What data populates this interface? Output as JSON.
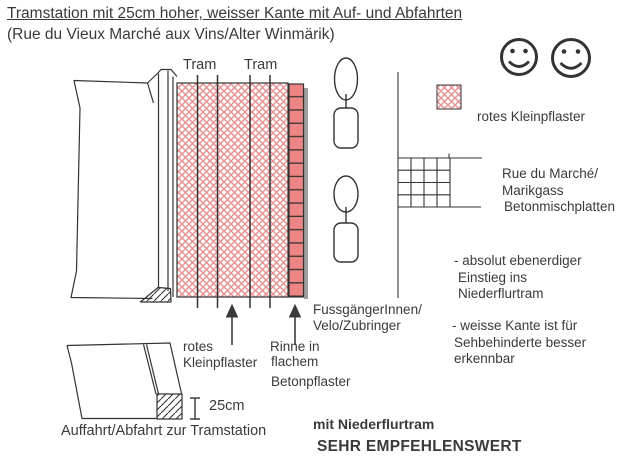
{
  "page": {
    "title": "Tramstation mit 25cm hoher, weisser Kante mit Auf- und Abfahrten",
    "subtitle": "(Rue du Vieux Marché aux Vins/Alter Winmärik)"
  },
  "colors": {
    "ink": "#333333",
    "red_hatch": "#e89292",
    "brick_fill": "#ee8585",
    "shadow_gray": "#9e9e9e",
    "background": "#ffffff"
  },
  "diagram": {
    "tram_labels": [
      "Tram",
      "Tram"
    ],
    "pedestrian_lane": [
      "FussgängerInnen/",
      "Velo/Zubringer"
    ],
    "surface_label": [
      "rotes",
      "Kleinpflaster"
    ],
    "gutter_label": [
      "Rinne in",
      "flachem",
      "Betonpflaster"
    ]
  },
  "legend": {
    "label": "rotes Kleinpflaster"
  },
  "street": {
    "lines": [
      "Rue du Marché/",
      "Marikgass",
      "Betonmischplatten"
    ]
  },
  "notes": {
    "first": [
      "- absolut ebenerdiger",
      "Einstieg ins",
      "Niederflurtram"
    ],
    "second": [
      "- weisse Kante ist für",
      "Sehbehinderte besser",
      "erkennbar"
    ]
  },
  "ramp": {
    "dimension": "25cm",
    "caption": "Auffahrt/Abfahrt zur Tramstation"
  },
  "verdict": {
    "line1": "mit Niederflurtram",
    "line2": "SEHR EMPFEHLENSWERT"
  },
  "icons": {
    "smiley": "smiley-face-icon",
    "pedestrian": "pedestrian-velo-icon",
    "arrow": "up-arrow-icon",
    "legend_swatch": "red-crosshatch-swatch"
  }
}
